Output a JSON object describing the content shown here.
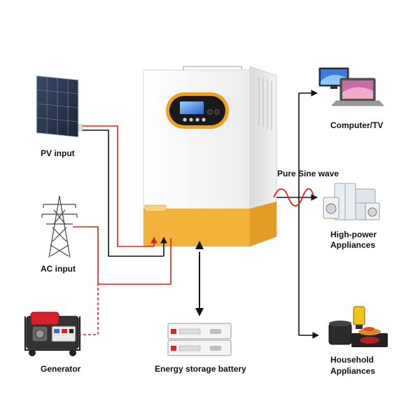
{
  "labels": {
    "pv_input": "PV input",
    "ac_input": "AC input",
    "generator": "Generator",
    "battery": "Energy storage battery",
    "computer_tv": "Computer/TV",
    "pure_sine_wave": "Pure Sine wave",
    "high_power_line1": "High-power",
    "high_power_line2": "Appliances",
    "household_line1": "Household",
    "household_line2": "Appliances"
  },
  "colors": {
    "wire_red": "#e0201c",
    "wire_black": "#111111",
    "inverter_body": "#f7f7f7",
    "inverter_accent": "#f3b23a",
    "display_ring": "#f0a020"
  }
}
